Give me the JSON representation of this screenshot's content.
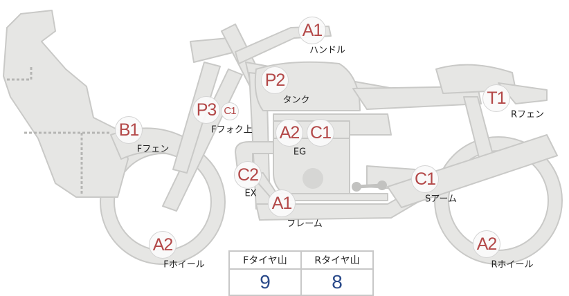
{
  "colors": {
    "grade": "#b34848",
    "value": "#2a4a8a",
    "bike_fill": "#e6e6e4",
    "bike_stroke": "#c9c9c7"
  },
  "parts": [
    {
      "id": "handle",
      "grade": "A1",
      "label": "ハンドル"
    },
    {
      "id": "tank",
      "grade": "P2",
      "label": "タンク"
    },
    {
      "id": "ffork",
      "grade": "P3",
      "grade2": "C1",
      "label": "Fフォク上"
    },
    {
      "id": "ffender",
      "grade": "B1",
      "label": "Fフェン"
    },
    {
      "id": "engine",
      "grade": "A2",
      "grade2": "C1",
      "label": "EG"
    },
    {
      "id": "exhaust",
      "grade": "C2",
      "label": "EX"
    },
    {
      "id": "frame",
      "grade": "A1",
      "label": "フレーム"
    },
    {
      "id": "rfender",
      "grade": "T1",
      "label": "Rフェン"
    },
    {
      "id": "swingarm",
      "grade": "C1",
      "label": "Sアーム"
    },
    {
      "id": "fwheel",
      "grade": "A2",
      "label": "Fホイール"
    },
    {
      "id": "rwheel",
      "grade": "A2",
      "label": "Rホイール"
    }
  ],
  "tires": {
    "front_label": "Fタイヤ山",
    "rear_label": "Rタイヤ山",
    "front_value": "9",
    "rear_value": "8"
  }
}
